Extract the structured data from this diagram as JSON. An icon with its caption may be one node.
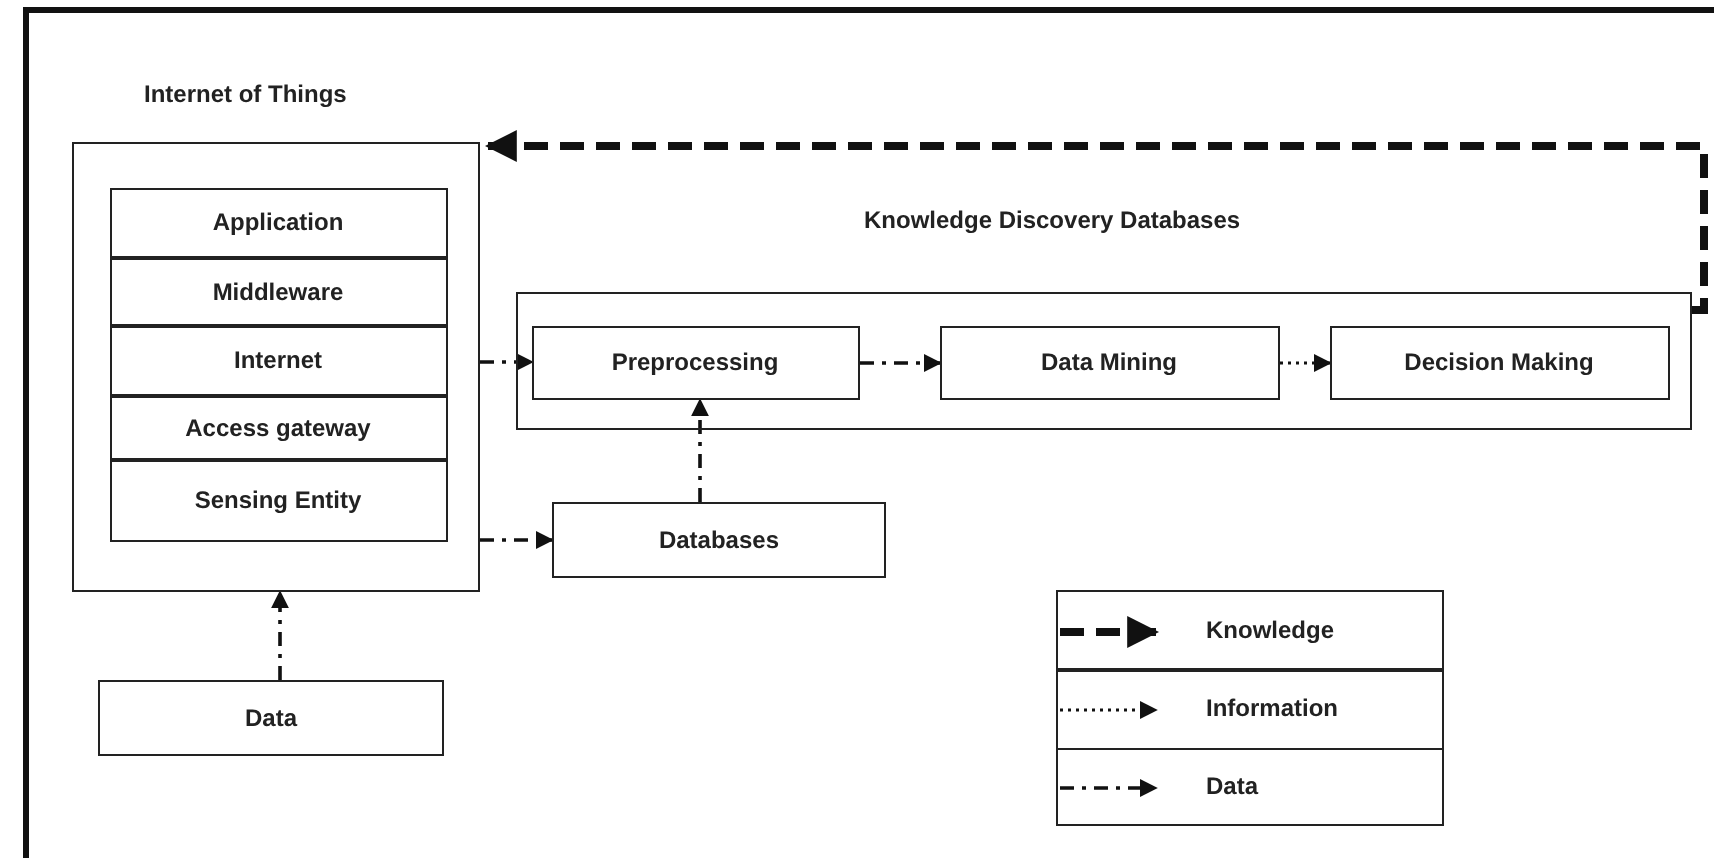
{
  "diagram": {
    "nodes": [
      {
        "text": [
          "Internet of Things"
        ]
      },
      {
        "text": [
          "Application"
        ],
        "in": 0
      },
      {
        "text": [
          "Middleware"
        ],
        "in": 0
      },
      {
        "text": [
          "Internet"
        ],
        "in": 0
      },
      {
        "text": [
          "Access gateway"
        ],
        "in": 0
      },
      {
        "text": [
          "Sensing Entity"
        ],
        "in": 0
      },
      {
        "text": [
          "Knowledge Discovery Databases"
        ]
      },
      {
        "text": [
          "Preprocessing"
        ],
        "in": 6
      },
      {
        "text": [
          "Data Mining"
        ],
        "in": 6
      },
      {
        "text": [
          "Decision Making"
        ],
        "in": 6
      },
      {
        "text": [
          "Databases"
        ]
      },
      {
        "text": [
          "Data"
        ]
      }
    ],
    "edges": [
      {
        "from": 11,
        "to": 0,
        "arrow": "to"
      },
      {
        "from": 0,
        "to": 7,
        "arrow": "to"
      },
      {
        "from": 0,
        "to": 10,
        "arrow": "to"
      },
      {
        "from": 10,
        "to": 7,
        "arrow": "to"
      },
      {
        "from": 7,
        "to": 8,
        "arrow": "to"
      },
      {
        "from": 8,
        "to": 9,
        "arrow": "to",
        "style": "dashed"
      },
      {
        "from": 6,
        "to": 0,
        "arrow": "to",
        "style": "dashed"
      }
    ],
    "legend": [
      {
        "text": "Knowledge"
      },
      {
        "text": "Information"
      },
      {
        "text": "Data"
      }
    ]
  }
}
